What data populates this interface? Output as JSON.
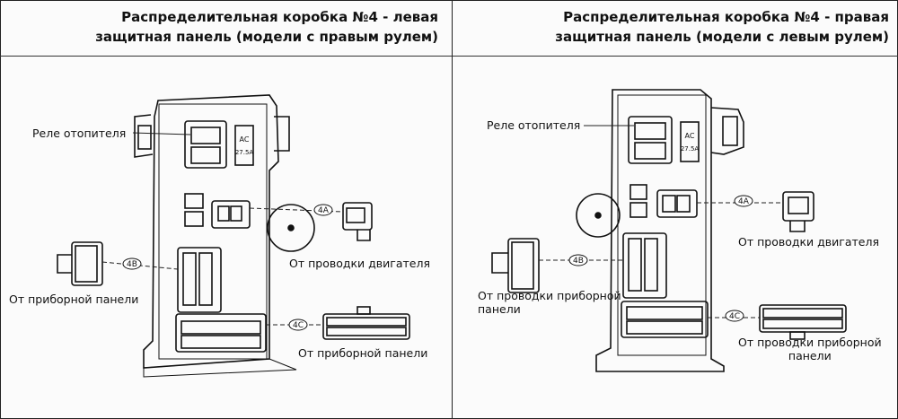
{
  "panels": [
    {
      "title_line1": "Распределительная коробка №4 - левая",
      "title_line2": "защитная панель (модели с правым рулем)",
      "relay_label": "Реле отопителя",
      "connectors": {
        "a": "4A",
        "b": "4B",
        "c": "4C"
      },
      "from_engine": "От проводки двигателя",
      "from_panel_b": "От приборной панели",
      "from_panel_c": "От приборной панели",
      "ac_label": "AC",
      "ac_label2": "27.5A"
    },
    {
      "title_line1": "Распределительная коробка №4 - правая",
      "title_line2": "защитная панель (модели с левым рулем)",
      "relay_label": "Реле отопителя",
      "connectors": {
        "a": "4A",
        "b": "4B",
        "c": "4C"
      },
      "from_engine": "От проводки двигателя",
      "from_panel_b_line1": "От проводки приборной",
      "from_panel_b_line2": "панели",
      "from_panel_c_line1": "От проводки приборной",
      "from_panel_c_line2": "панели",
      "ac_label": "AC",
      "ac_label2": "27.5A"
    }
  ]
}
